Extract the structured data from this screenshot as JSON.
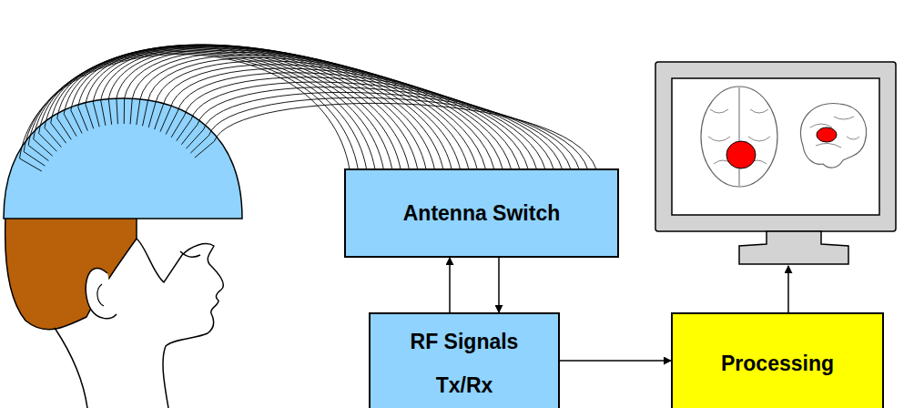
{
  "diagram": {
    "nodes": [
      {
        "text": [
          "Antenna Switch"
        ]
      },
      {
        "text": [
          "RF Signals Tx/Rx"
        ]
      },
      {
        "text": [
          "Processing"
        ]
      }
    ],
    "edges": [
      {
        "from": 1,
        "to": 0,
        "arrow": "to"
      },
      {
        "from": 0,
        "to": 1,
        "arrow": "to"
      },
      {
        "from": 1,
        "to": 2,
        "arrow": "to"
      }
    ]
  }
}
